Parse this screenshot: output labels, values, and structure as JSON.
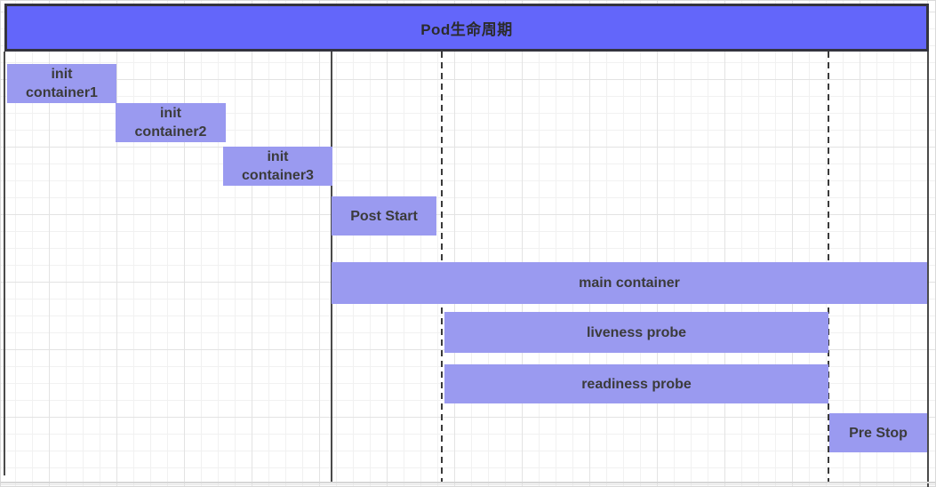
{
  "title": "Pod生命周期",
  "colors": {
    "header_fill": "#6366FA",
    "header_border": "#34343E",
    "bar_fill": "#9A9AF0",
    "bar_text": "#3B3B3B",
    "divider_solid": "#4A4A4A",
    "divider_dashed": "#3A3A3A"
  },
  "bars": [
    {
      "name": "init-container1",
      "label": "init\ncontainer1"
    },
    {
      "name": "init-container2",
      "label": "init\ncontainer2"
    },
    {
      "name": "init-container3",
      "label": "init\ncontainer3"
    },
    {
      "name": "post-start",
      "label": "Post Start"
    },
    {
      "name": "main-container",
      "label": "main container"
    },
    {
      "name": "liveness-probe",
      "label": "liveness probe"
    },
    {
      "name": "readiness-probe",
      "label": "readiness probe"
    },
    {
      "name": "pre-stop",
      "label": "Pre Stop"
    }
  ]
}
